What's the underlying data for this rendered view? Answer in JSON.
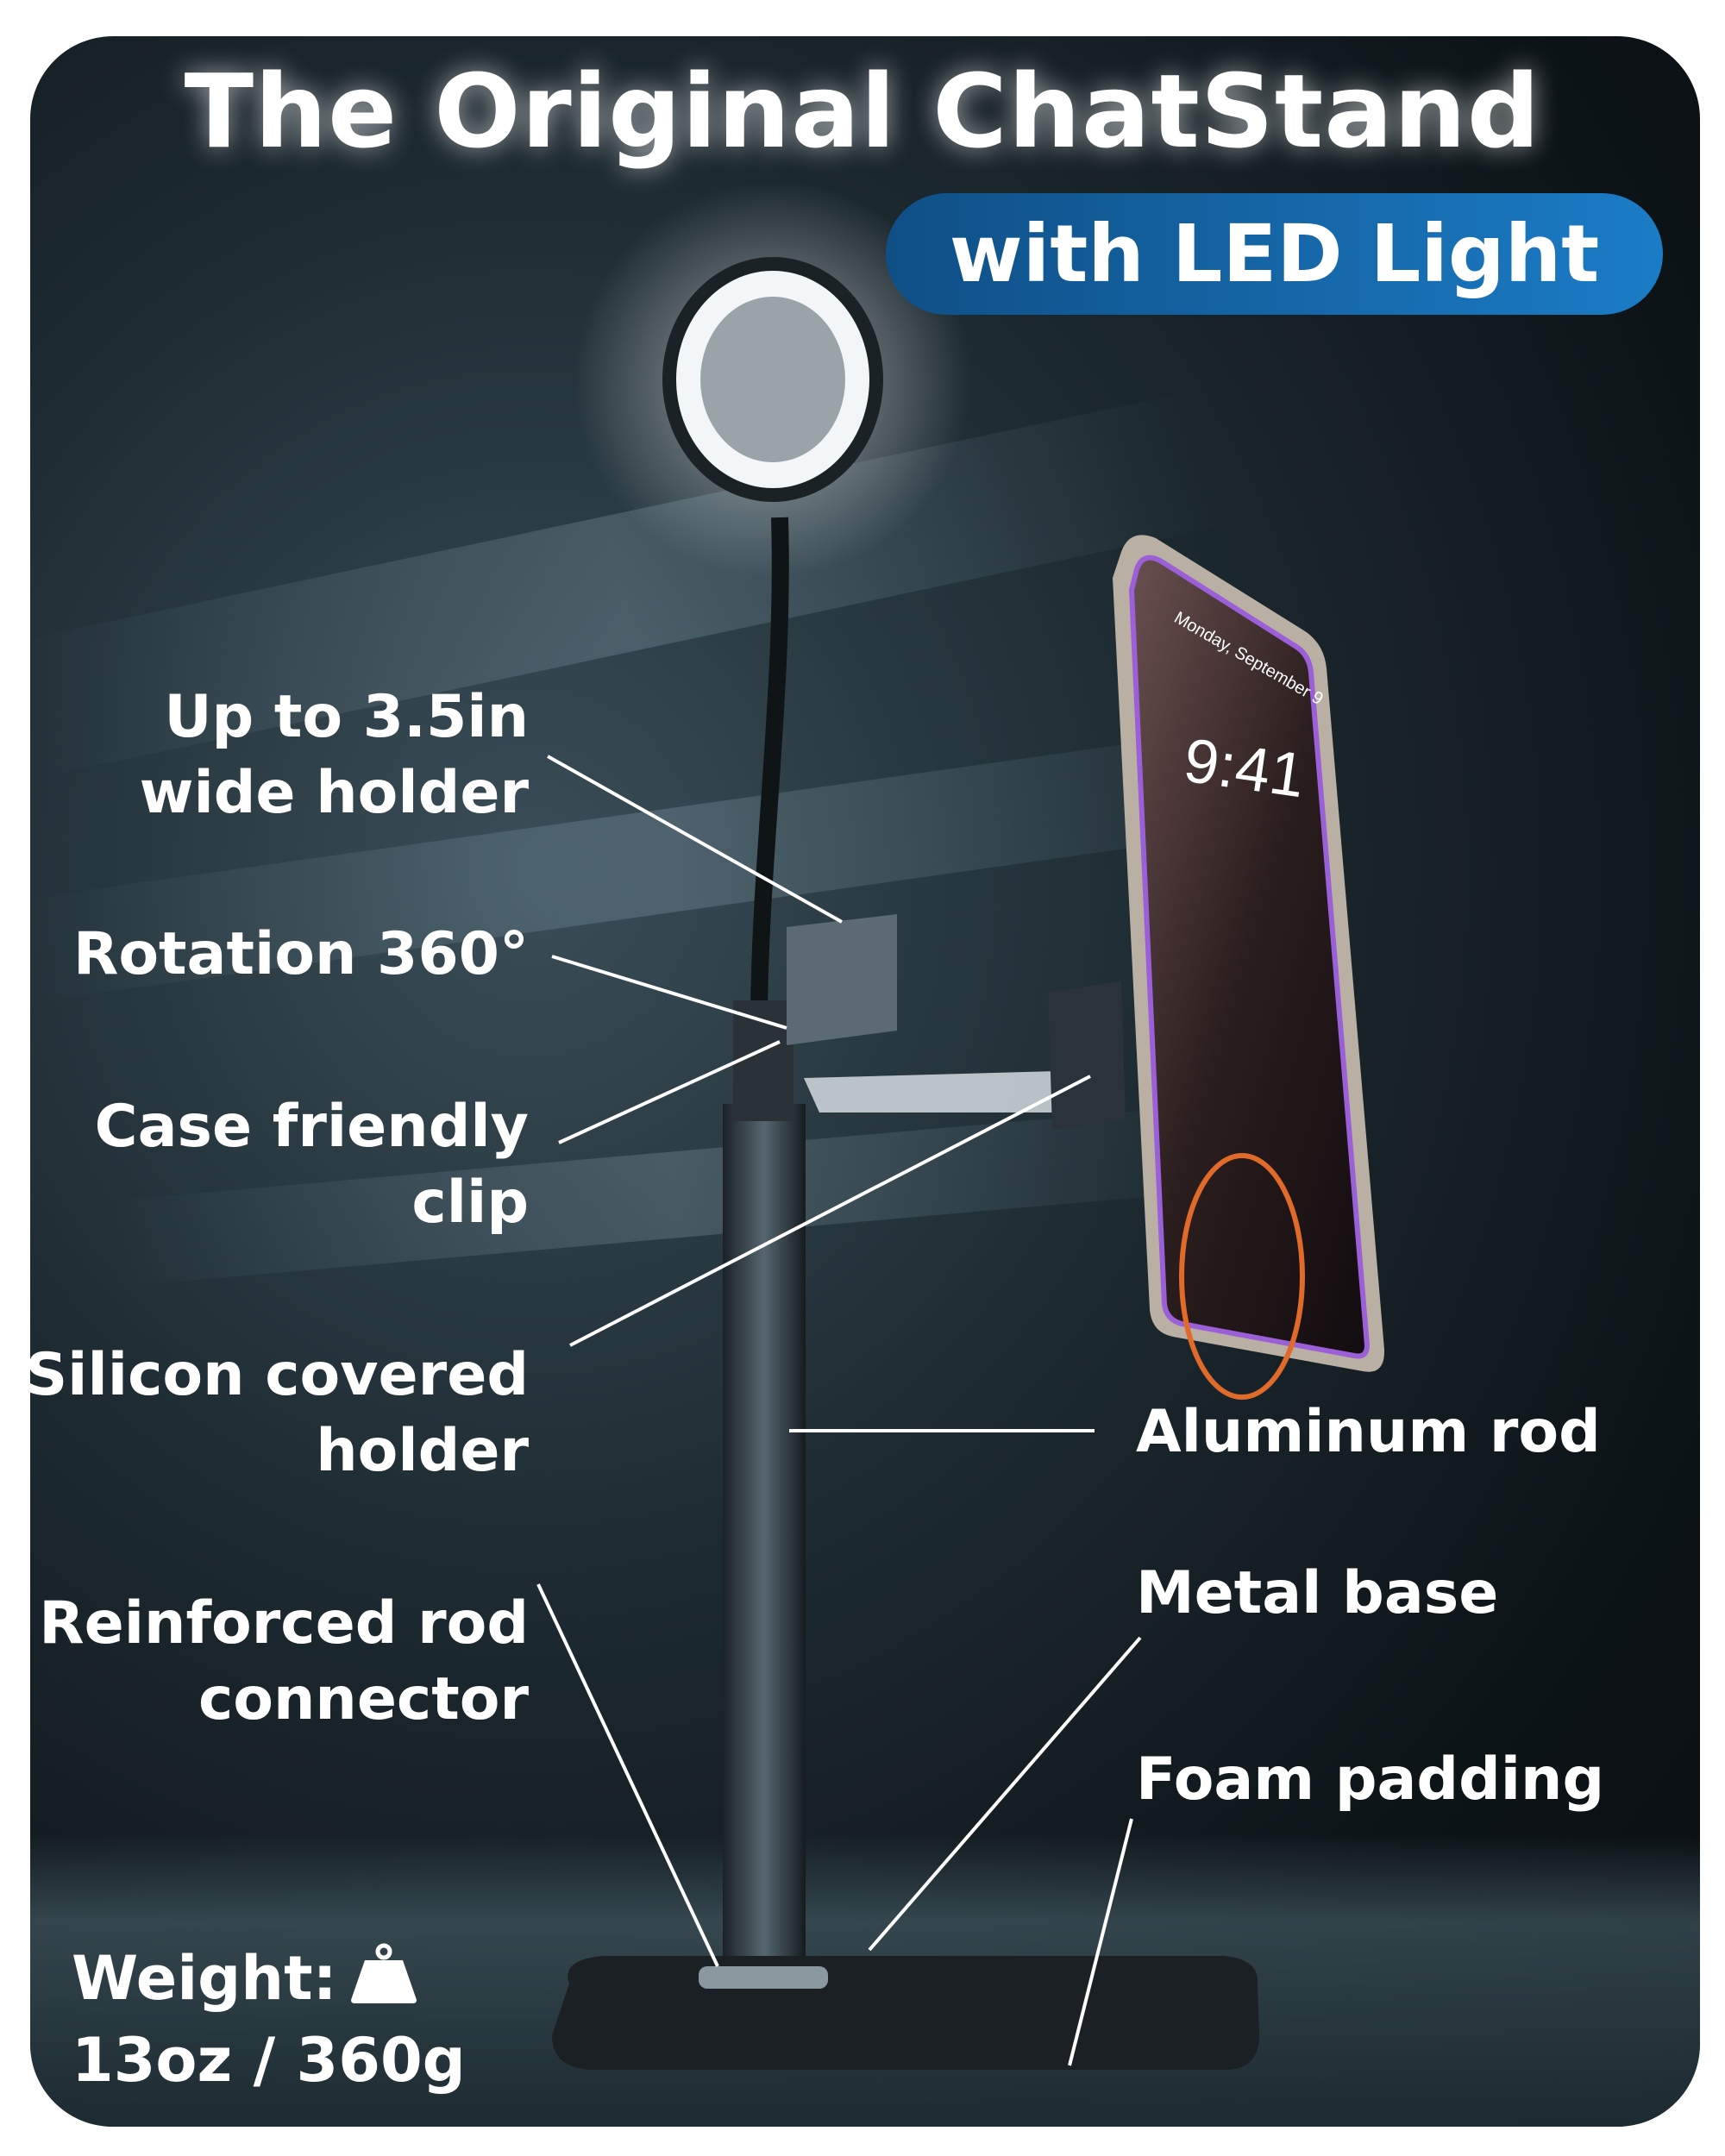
{
  "header": {
    "title": "The Original ChatStand",
    "subtitle_pill": "with LED Light"
  },
  "callouts_left": [
    {
      "line1": "Up to 3.5in",
      "line2": "wide holder"
    },
    {
      "line1": "Rotation 360°"
    },
    {
      "line1": "Case friendly",
      "line2": "clip"
    },
    {
      "line1": "Silicon covered",
      "line2": "holder"
    },
    {
      "line1": "Reinforced rod",
      "line2": "connector"
    }
  ],
  "callouts_right": [
    {
      "line1": "Aluminum rod"
    },
    {
      "line1": "Metal base"
    },
    {
      "line1": "Foam padding"
    }
  ],
  "weight": {
    "label": "Weight:",
    "value": "13oz / 360g",
    "icon": "weight-icon"
  },
  "phone_screen": {
    "date": "Monday, September 9",
    "time": "9:41"
  },
  "colors": {
    "pill_start": "#0f4f86",
    "pill_end": "#1b7cc6",
    "background": "#0d1418"
  }
}
